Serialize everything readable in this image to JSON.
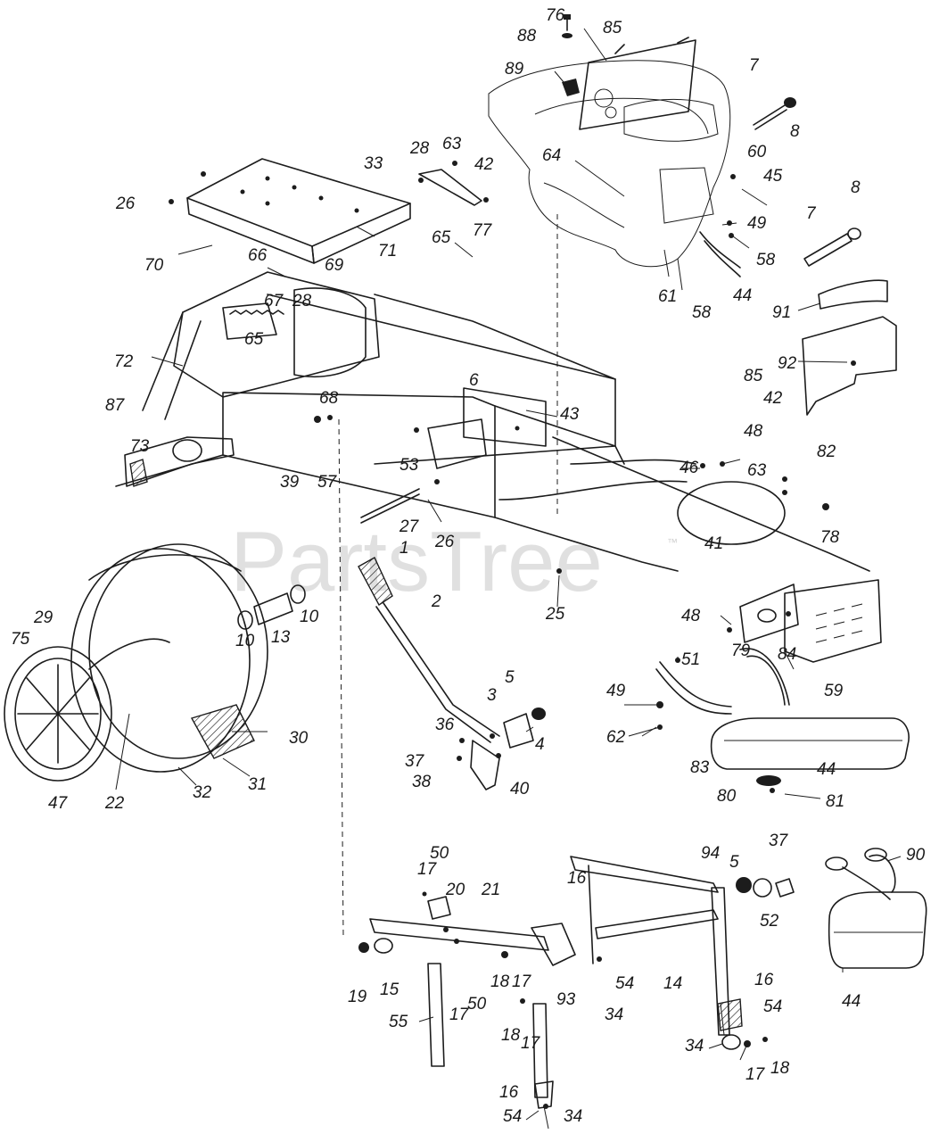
{
  "diagram": {
    "watermark": "PartsTree",
    "watermark_tm": "™",
    "labels": [
      {
        "id": "p76",
        "text": "76"
      },
      {
        "id": "p88",
        "text": "88"
      },
      {
        "id": "p85a",
        "text": "85"
      },
      {
        "id": "p89",
        "text": "89"
      },
      {
        "id": "p7a",
        "text": "7"
      },
      {
        "id": "p8a",
        "text": "8"
      },
      {
        "id": "p28a",
        "text": "28"
      },
      {
        "id": "p63a",
        "text": "63"
      },
      {
        "id": "p42a",
        "text": "42"
      },
      {
        "id": "p33",
        "text": "33"
      },
      {
        "id": "p64",
        "text": "64"
      },
      {
        "id": "p60",
        "text": "60"
      },
      {
        "id": "p45",
        "text": "45"
      },
      {
        "id": "p8b",
        "text": "8"
      },
      {
        "id": "p26a",
        "text": "26"
      },
      {
        "id": "p65a",
        "text": "65"
      },
      {
        "id": "p77",
        "text": "77"
      },
      {
        "id": "p71",
        "text": "71"
      },
      {
        "id": "p7b",
        "text": "7"
      },
      {
        "id": "p49a",
        "text": "49"
      },
      {
        "id": "p58a",
        "text": "58"
      },
      {
        "id": "p70",
        "text": "70"
      },
      {
        "id": "p66",
        "text": "66"
      },
      {
        "id": "p69",
        "text": "69"
      },
      {
        "id": "p61",
        "text": "61"
      },
      {
        "id": "p58b",
        "text": "58"
      },
      {
        "id": "p44a",
        "text": "44"
      },
      {
        "id": "p67",
        "text": "67"
      },
      {
        "id": "p28b",
        "text": "28"
      },
      {
        "id": "p91",
        "text": "91"
      },
      {
        "id": "p65b",
        "text": "65"
      },
      {
        "id": "p72",
        "text": "72"
      },
      {
        "id": "p92",
        "text": "92"
      },
      {
        "id": "p85b",
        "text": "85"
      },
      {
        "id": "p68",
        "text": "68"
      },
      {
        "id": "p6",
        "text": "6"
      },
      {
        "id": "p43",
        "text": "43"
      },
      {
        "id": "p42b",
        "text": "42"
      },
      {
        "id": "p87",
        "text": "87"
      },
      {
        "id": "p73",
        "text": "73"
      },
      {
        "id": "p48a",
        "text": "48"
      },
      {
        "id": "p82",
        "text": "82"
      },
      {
        "id": "p53",
        "text": "53"
      },
      {
        "id": "p46",
        "text": "46"
      },
      {
        "id": "p63b",
        "text": "63"
      },
      {
        "id": "p39",
        "text": "39"
      },
      {
        "id": "p57",
        "text": "57"
      },
      {
        "id": "p27",
        "text": "27"
      },
      {
        "id": "p26b",
        "text": "26"
      },
      {
        "id": "p78",
        "text": "78"
      },
      {
        "id": "p41",
        "text": "41"
      },
      {
        "id": "p1",
        "text": "1"
      },
      {
        "id": "p25",
        "text": "25"
      },
      {
        "id": "p2",
        "text": "2"
      },
      {
        "id": "p10a",
        "text": "10"
      },
      {
        "id": "p13",
        "text": "13"
      },
      {
        "id": "p10b",
        "text": "10"
      },
      {
        "id": "p29",
        "text": "29"
      },
      {
        "id": "p75",
        "text": "75"
      },
      {
        "id": "p48b",
        "text": "48"
      },
      {
        "id": "p79",
        "text": "79"
      },
      {
        "id": "p84",
        "text": "84"
      },
      {
        "id": "p51",
        "text": "51"
      },
      {
        "id": "p59",
        "text": "59"
      },
      {
        "id": "p5a",
        "text": "5"
      },
      {
        "id": "p3",
        "text": "3"
      },
      {
        "id": "p36",
        "text": "36"
      },
      {
        "id": "p4",
        "text": "4"
      },
      {
        "id": "p49b",
        "text": "49"
      },
      {
        "id": "p30",
        "text": "30"
      },
      {
        "id": "p37a",
        "text": "37"
      },
      {
        "id": "p38",
        "text": "38"
      },
      {
        "id": "p40",
        "text": "40"
      },
      {
        "id": "p62",
        "text": "62"
      },
      {
        "id": "p83",
        "text": "83"
      },
      {
        "id": "p44b",
        "text": "44"
      },
      {
        "id": "p31",
        "text": "31"
      },
      {
        "id": "p32",
        "text": "32"
      },
      {
        "id": "p47",
        "text": "47"
      },
      {
        "id": "p22",
        "text": "22"
      },
      {
        "id": "p80",
        "text": "80"
      },
      {
        "id": "p81",
        "text": "81"
      },
      {
        "id": "p50a",
        "text": "50"
      },
      {
        "id": "p17a",
        "text": "17"
      },
      {
        "id": "p20",
        "text": "20"
      },
      {
        "id": "p21",
        "text": "21"
      },
      {
        "id": "p94",
        "text": "94"
      },
      {
        "id": "p37b",
        "text": "37"
      },
      {
        "id": "p90",
        "text": "90"
      },
      {
        "id": "p5b",
        "text": "5"
      },
      {
        "id": "p16a",
        "text": "16"
      },
      {
        "id": "p52",
        "text": "52"
      },
      {
        "id": "p14",
        "text": "14"
      },
      {
        "id": "p16b",
        "text": "16"
      },
      {
        "id": "p19",
        "text": "19"
      },
      {
        "id": "p15",
        "text": "15"
      },
      {
        "id": "p18a",
        "text": "18"
      },
      {
        "id": "p17b",
        "text": "17"
      },
      {
        "id": "p93",
        "text": "93"
      },
      {
        "id": "p54a",
        "text": "54"
      },
      {
        "id": "p34a",
        "text": "34"
      },
      {
        "id": "p44c",
        "text": "44"
      },
      {
        "id": "p55",
        "text": "55"
      },
      {
        "id": "p17c",
        "text": "17"
      },
      {
        "id": "p50b",
        "text": "50"
      },
      {
        "id": "p54b",
        "text": "54"
      },
      {
        "id": "p18b",
        "text": "18"
      },
      {
        "id": "p17d",
        "text": "17"
      },
      {
        "id": "p34b",
        "text": "34"
      },
      {
        "id": "p17e",
        "text": "17"
      },
      {
        "id": "p18c",
        "text": "18"
      },
      {
        "id": "p16c",
        "text": "16"
      },
      {
        "id": "p54c",
        "text": "54"
      },
      {
        "id": "p34c",
        "text": "34"
      }
    ]
  }
}
